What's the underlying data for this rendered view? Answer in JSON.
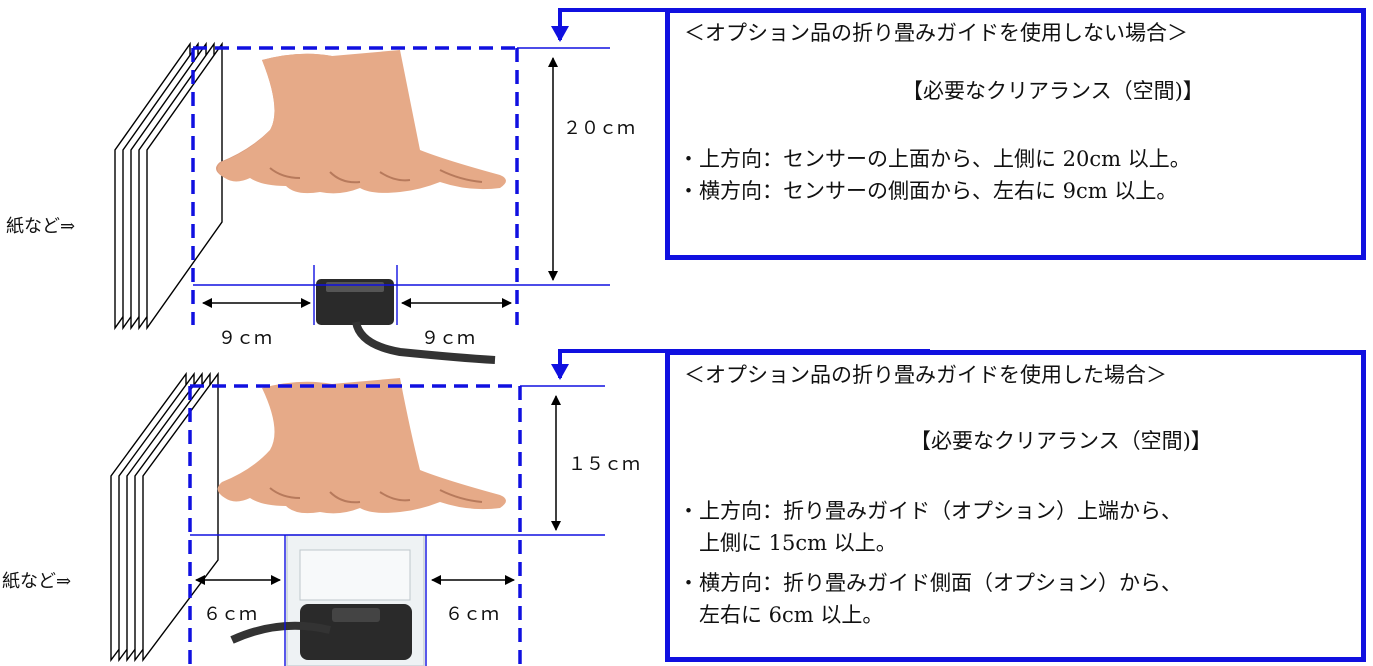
{
  "panels": [
    {
      "side_label": "紙など⇒",
      "height_label": "２０ｃｍ",
      "left_gap_label": "９ｃｍ",
      "right_gap_label": "９ｃｍ",
      "box_title": "＜オプション品の折り畳みガイドを使用しない場合＞",
      "box_heading": "【必要なクリアランス（空間)】",
      "box_lines": [
        "・上方向：センサーの上面から、上側に 20cm 以上。",
        "・横方向：センサーの側面から、左右に 9cm 以上。"
      ]
    },
    {
      "side_label": "紙など⇒",
      "height_label": "１５ｃｍ",
      "left_gap_label": "６ｃｍ",
      "right_gap_label": "６ｃｍ",
      "box_title": "＜オプション品の折り畳みガイドを使用した場合＞",
      "box_heading": "【必要なクリアランス（空間)】",
      "box_lines": [
        "・上方向：折り畳みガイド（オプション）上端から、",
        "　上側に 15cm 以上。",
        "・横方向：折り畳みガイド側面（オプション）から、",
        "　左右に 6cm 以上。"
      ]
    }
  ],
  "colors": {
    "blue": "#1010e0",
    "skin": "#e0a07a",
    "device": "#2a2a2a"
  },
  "icons": [
    "paper-stack-icon",
    "hand-icon",
    "sensor-icon",
    "folding-guide-icon"
  ]
}
